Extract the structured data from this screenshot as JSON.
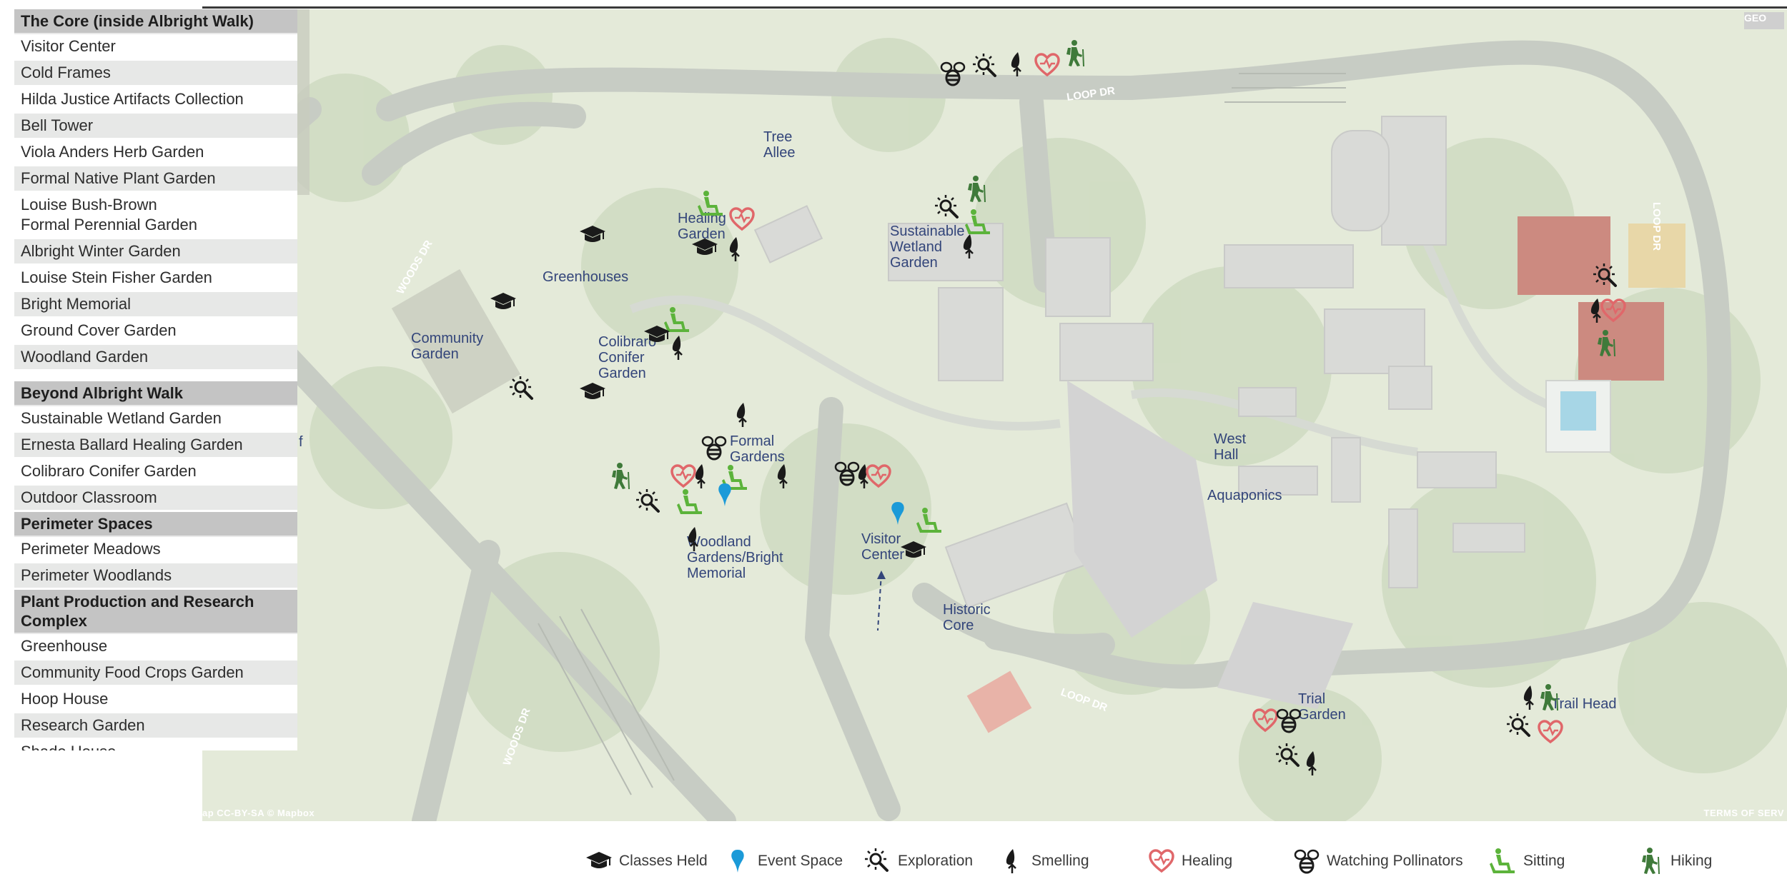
{
  "sidebar": {
    "sections": [
      {
        "title": "The Core (inside Albright Walk)",
        "items": [
          "Visitor Center",
          "Cold Frames",
          "Hilda Justice Artifacts Collection",
          "Bell Tower",
          "Viola Anders Herb Garden",
          "Formal Native Plant Garden",
          "Louise Bush-Brown\nFormal Perennial Garden",
          "Albright Winter Garden",
          "Louise Stein Fisher Garden",
          "Bright Memorial",
          "Ground Cover Garden",
          "Woodland Garden"
        ]
      },
      {
        "title": "Beyond Albright Walk",
        "items": [
          "Sustainable Wetland Garden",
          "Ernesta Ballard Healing Garden",
          "Colibraro Conifer Garden",
          "Outdoor Classroom"
        ]
      },
      {
        "title": "Perimeter Spaces",
        "items": [
          "Perimeter Meadows",
          "Perimeter Woodlands"
        ]
      },
      {
        "title": "Plant Production and Research Complex",
        "items": [
          "Greenhouse",
          "Community Food Crops Garden",
          "Hoop House",
          "Research Garden",
          "Shade House"
        ]
      }
    ]
  },
  "map": {
    "labels": {
      "tree_allee": "Tree\nAllee",
      "healing_garden": "Healing\nGarden",
      "sustainable_wetland": "Sustainable\nWetland\nGarden",
      "greenhouses": "Greenhouses",
      "community_garden": "Community\nGarden",
      "colibraro_conifer": "Colibraro\nConifer\nGarden",
      "formal_gardens": "Formal\nGardens",
      "woodland_gardens": "Woodland\nGardens/Bright\nMemorial",
      "visitor_center": "Visitor\nCenter",
      "historic_core": "Historic\nCore",
      "west_hall": "West\nHall",
      "aquaponics": "Aquaponics",
      "trial_garden": "Trial\nGarden",
      "trail_head": "Trail Head"
    },
    "road_labels": [
      "LOOP DR",
      "LOOP DR",
      "LOOP DR",
      "WOODS DR",
      "WOODS DR"
    ],
    "attribution": "ap CC-BY-SA  © Mapbox",
    "terms": "TERMS OF SERV",
    "corner_button": "GEO",
    "edge_glyph": "f"
  },
  "legend": {
    "items": [
      {
        "icon": "classes-held-icon",
        "label": "Classes Held"
      },
      {
        "icon": "event-space-icon",
        "label": "Event Space"
      },
      {
        "icon": "exploration-icon",
        "label": "Exploration"
      },
      {
        "icon": "smelling-icon",
        "label": "Smelling"
      },
      {
        "icon": "healing-icon",
        "label": "Healing"
      },
      {
        "icon": "watching-pollinators-icon",
        "label": "Watching Pollinators"
      },
      {
        "icon": "sitting-icon",
        "label": "Sitting"
      },
      {
        "icon": "hiking-icon",
        "label": "Hiking"
      }
    ]
  },
  "colors": {
    "classes": "#1a1a1a",
    "event": "#1b9ad8",
    "exploration": "#1a1a1a",
    "smelling": "#1a1a1a",
    "healing": "#e0676a",
    "pollinators": "#1a1a1a",
    "sitting": "#5cb33b",
    "hiking": "#3f7a3a",
    "label_text": "#33457a",
    "section_header": "#c4c4c4"
  }
}
